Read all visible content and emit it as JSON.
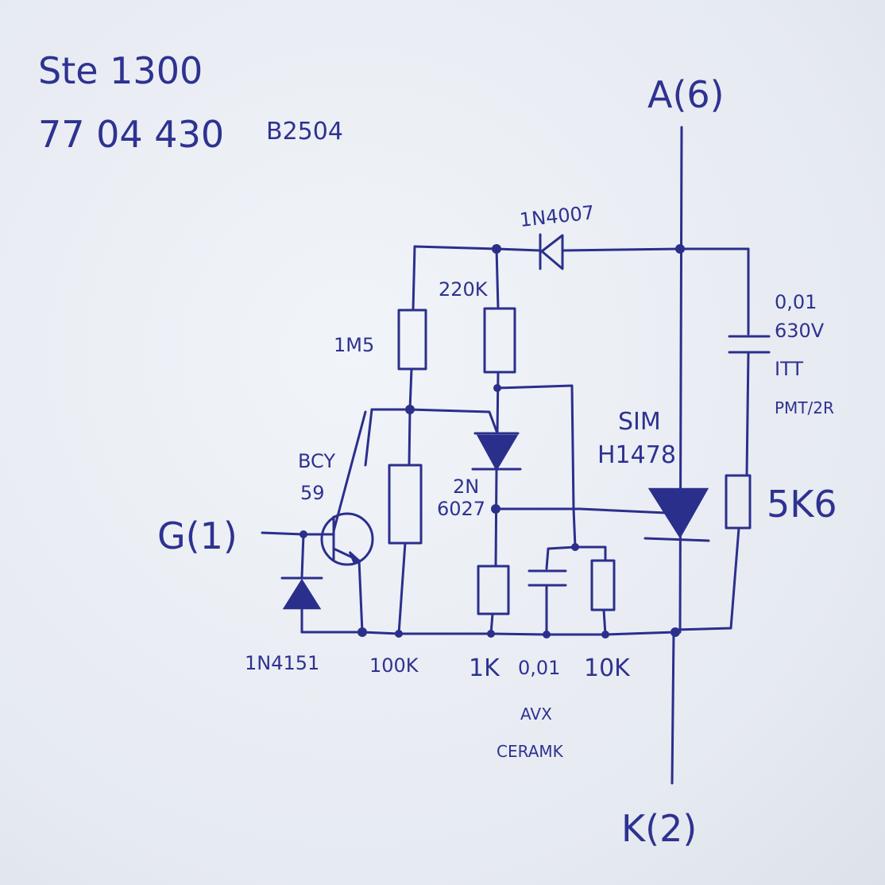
{
  "header": {
    "line1": "Ste 1300",
    "line2": "77 04 430",
    "line2b": "B2504"
  },
  "terminals": {
    "anode": "A(6)",
    "gate": "G(1)",
    "cathode": "K(2)"
  },
  "components": {
    "d_top": "1N4007",
    "r_220k": "220K",
    "r_1m5": "1M5",
    "c_snub_value": "0,01",
    "c_snub_voltage": "630V",
    "c_snub_maker": "ITT",
    "c_snub_type": "PMT/2R",
    "thyristor_l1": "SIM",
    "thyristor_l2": "H1478",
    "r_5k6": "5K6",
    "transistor_l1": "BCY",
    "transistor_l2": "59",
    "put_l1": "2N",
    "put_l2": "6027",
    "d_gate": "1N4151",
    "r_100k": "100K",
    "r_1k": "1K",
    "c_gate_value": "0,01",
    "c_gate_maker": "AVX",
    "c_gate_type": "CERAMK",
    "r_10k": "10K"
  },
  "colors": {
    "ink": "#2b2f8c",
    "paper": "#e9edf3"
  }
}
